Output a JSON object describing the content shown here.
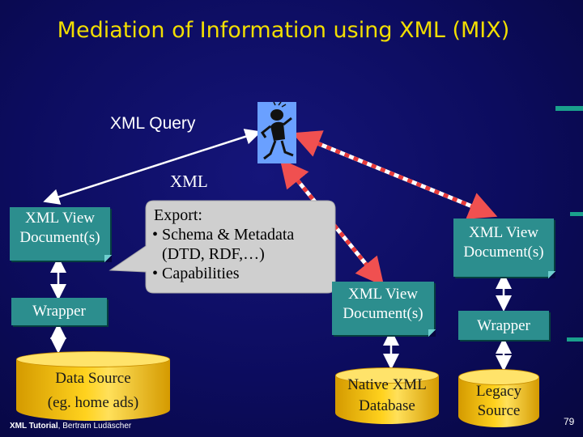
{
  "title": "Mediation of Information using XML (MIX)",
  "labels": {
    "xml_query": "XML Query",
    "xml": "XML"
  },
  "callout": {
    "heading": "Export:",
    "line1": "• Schema & Metadata",
    "line2": "(DTD, RDF,…)",
    "line3": "• Capabilities"
  },
  "left_stack": {
    "doc_line1": "XML View",
    "doc_line2": "Document(s)",
    "wrapper": "Wrapper",
    "source_line1": "Data Source",
    "source_line2": "(eg. home ads)"
  },
  "middle_stack": {
    "doc_line1": "XML View",
    "doc_line2": "Document(s)",
    "source_line1": "Native XML",
    "source_line2": "Database"
  },
  "right_stack": {
    "doc_line1": "XML View",
    "doc_line2": "Document(s)",
    "wrapper": "Wrapper",
    "source_line1": "Legacy",
    "source_line2": "Source"
  },
  "footer": {
    "bold": "XML Tutorial",
    "author": ", Bertram Ludäscher"
  },
  "page_number": "79",
  "colors": {
    "background": "#0c0c5e",
    "title": "#f2de00",
    "document_box": "#2c8e8e",
    "cylinder": "#ffd21e",
    "callout": "#cfcfcf",
    "arrow_red": "#e83a3a"
  },
  "icons": {
    "user": "person-figure-icon"
  }
}
